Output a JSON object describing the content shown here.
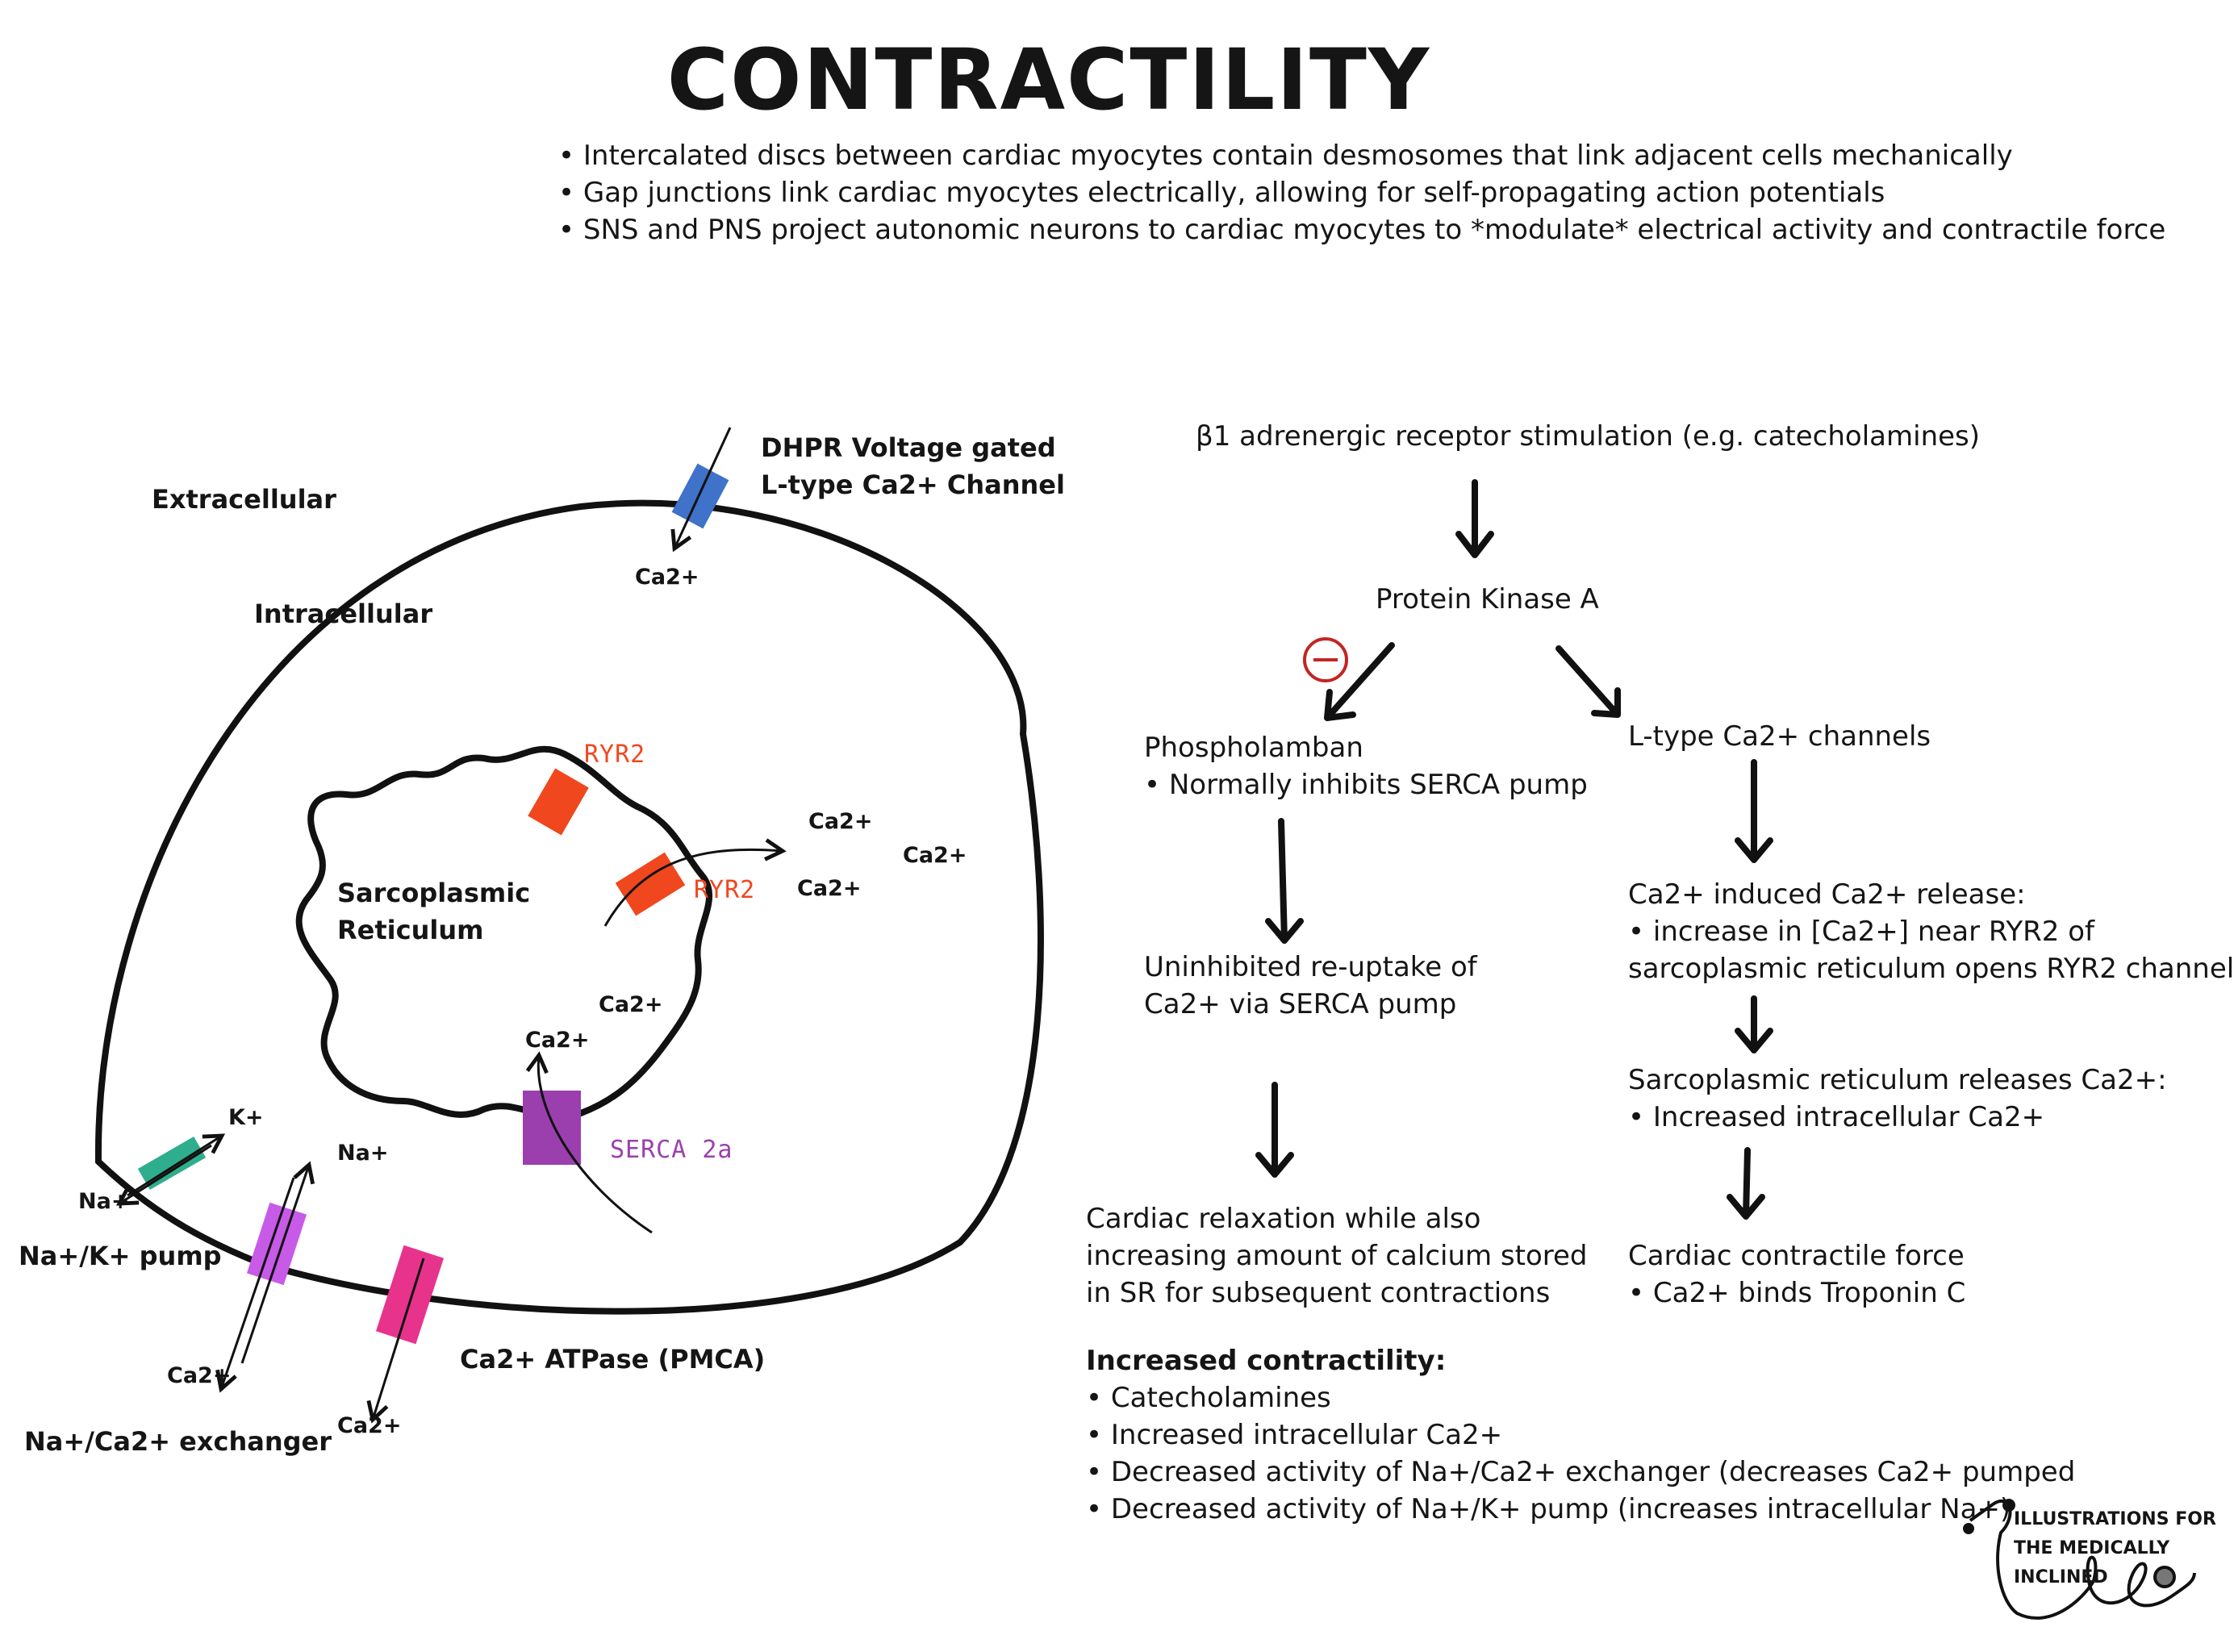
{
  "title": "CONTRACTILITY",
  "bullets": [
    "Intercalated discs between cardiac myocytes contain desmosomes that link adjacent cells mechanically",
    "Gap junctions link cardiac myocytes electrically, allowing for self-propagating action potentials",
    "SNS and PNS project autonomic neurons to cardiac myocytes to *modulate* electrical activity and contractile force"
  ],
  "bullet_char": "•",
  "cell": {
    "extracellular": "Extracellular",
    "intracellular": "Intracellular",
    "dhpr_line1": "DHPR Voltage gated",
    "dhpr_line2": "L-type Ca2+ Channel",
    "sr_line1": "Sarcoplasmic",
    "sr_line2": "Reticulum",
    "ryr2": "RYR2",
    "serca": "SERCA 2a",
    "ca": "Ca2+",
    "k": "K+",
    "na": "Na+",
    "nak_pump": "Na+/K+ pump",
    "nca_exchanger": "Na+/Ca2+ exchanger",
    "pmca": "Ca2+ ATPase (PMCA)"
  },
  "flow": {
    "beta1": "β1 adrenergic receptor stimulation (e.g. catecholamines)",
    "pka": "Protein Kinase A",
    "pln_title": "Phospholamban",
    "pln_b1": "Normally inhibits SERCA pump",
    "uptake_1": "Uninhibited re-uptake of",
    "uptake_2": "Ca2+ via SERCA pump",
    "relax_1": "Cardiac relaxation while also",
    "relax_2": "increasing amount of calcium stored",
    "relax_3": "in SR for subsequent contractions",
    "ltype": "L-type Ca2+ channels",
    "cicr_title": "Ca2+ induced Ca2+ release:",
    "cicr_b1_1": "increase in [Ca2+] near RYR2 of",
    "cicr_b1_2": "sarcoplasmic reticulum opens RYR2 channel",
    "sr_rel_title": "Sarcoplasmic reticulum releases Ca2+:",
    "sr_rel_b1": "Increased intracellular Ca2+",
    "force_title": "Cardiac contractile force",
    "force_b1": "Ca2+ binds Troponin C",
    "inc_title": "Increased contractility:",
    "inc_items": [
      "Catecholamines",
      "Increased intracellular Ca2+",
      "Decreased activity of Na+/Ca2+ exchanger (decreases Ca2+ pumped",
      "Decreased activity of Na+/K+ pump (increases intracellular Na+)"
    ]
  },
  "logo": {
    "line1": "ILLUSTRATIONS FOR",
    "line2": "THE MEDICALLY",
    "line3": "INCLINED"
  },
  "colors": {
    "dhpr": "#3f72c8",
    "ryr2": "#f0471e",
    "serca": "#9b3fae",
    "nak": "#2fae8e",
    "nca": "#c85ae8",
    "pmca": "#e8338c",
    "minus": "#c42424"
  }
}
